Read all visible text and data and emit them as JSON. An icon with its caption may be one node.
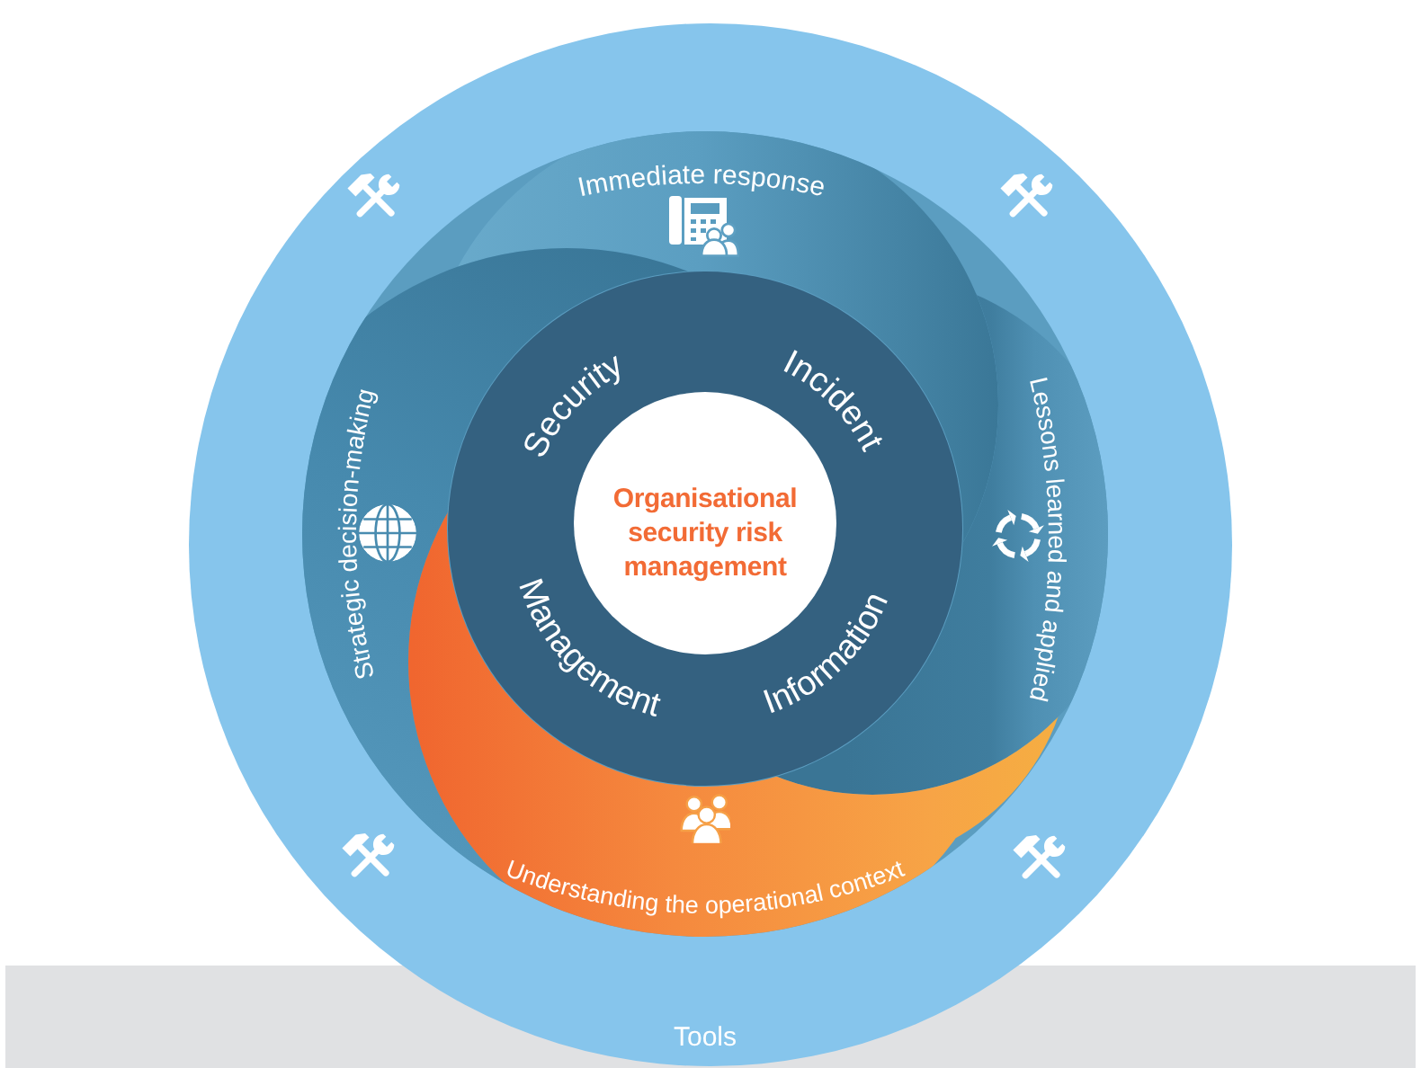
{
  "diagram": {
    "nodes": [
      {
        "text": [
          "Tools"
        ]
      },
      {
        "text": [
          "Immediate response"
        ],
        "in": 0
      },
      {
        "text": [
          "Strategic decision-making"
        ],
        "in": 0
      },
      {
        "text": [
          "Lessons learned and applied"
        ],
        "in": 0
      },
      {
        "text": [
          "Understanding the operational context"
        ],
        "in": 0
      },
      {
        "text": [
          "Security",
          "Incident",
          "Management",
          "Information"
        ],
        "in": 0
      },
      {
        "text": [
          "Organisational security risk management"
        ],
        "in": 5
      }
    ]
  }
}
